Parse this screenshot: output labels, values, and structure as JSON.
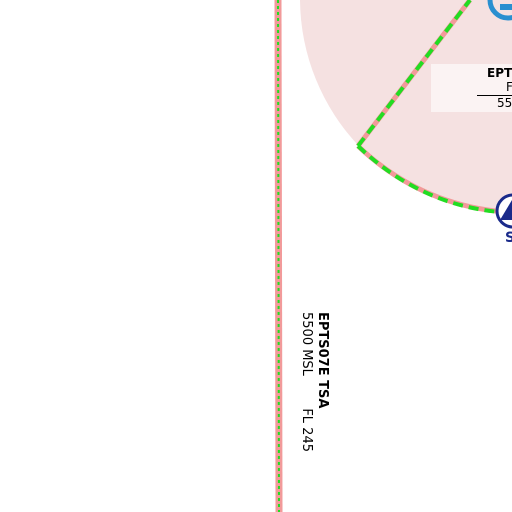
{
  "map": {
    "airspaces": [
      {
        "id": "EPTS07E",
        "name": "EPTS07E TSA",
        "lower_limit": "5500 MSL",
        "upper_limit": "FL 245"
      },
      {
        "id": "EPT-partial",
        "name": "EPT",
        "upper_limit": "F",
        "lower_limit": "55"
      }
    ],
    "navaid_label": "S",
    "colors": {
      "airspace_border": "#f29a9a",
      "airspace_fill": "#f5e1e1",
      "dashed_boundary": "#22dd22",
      "navaid": "#1a2a8a",
      "airport_icon": "#2a8fd0"
    }
  }
}
